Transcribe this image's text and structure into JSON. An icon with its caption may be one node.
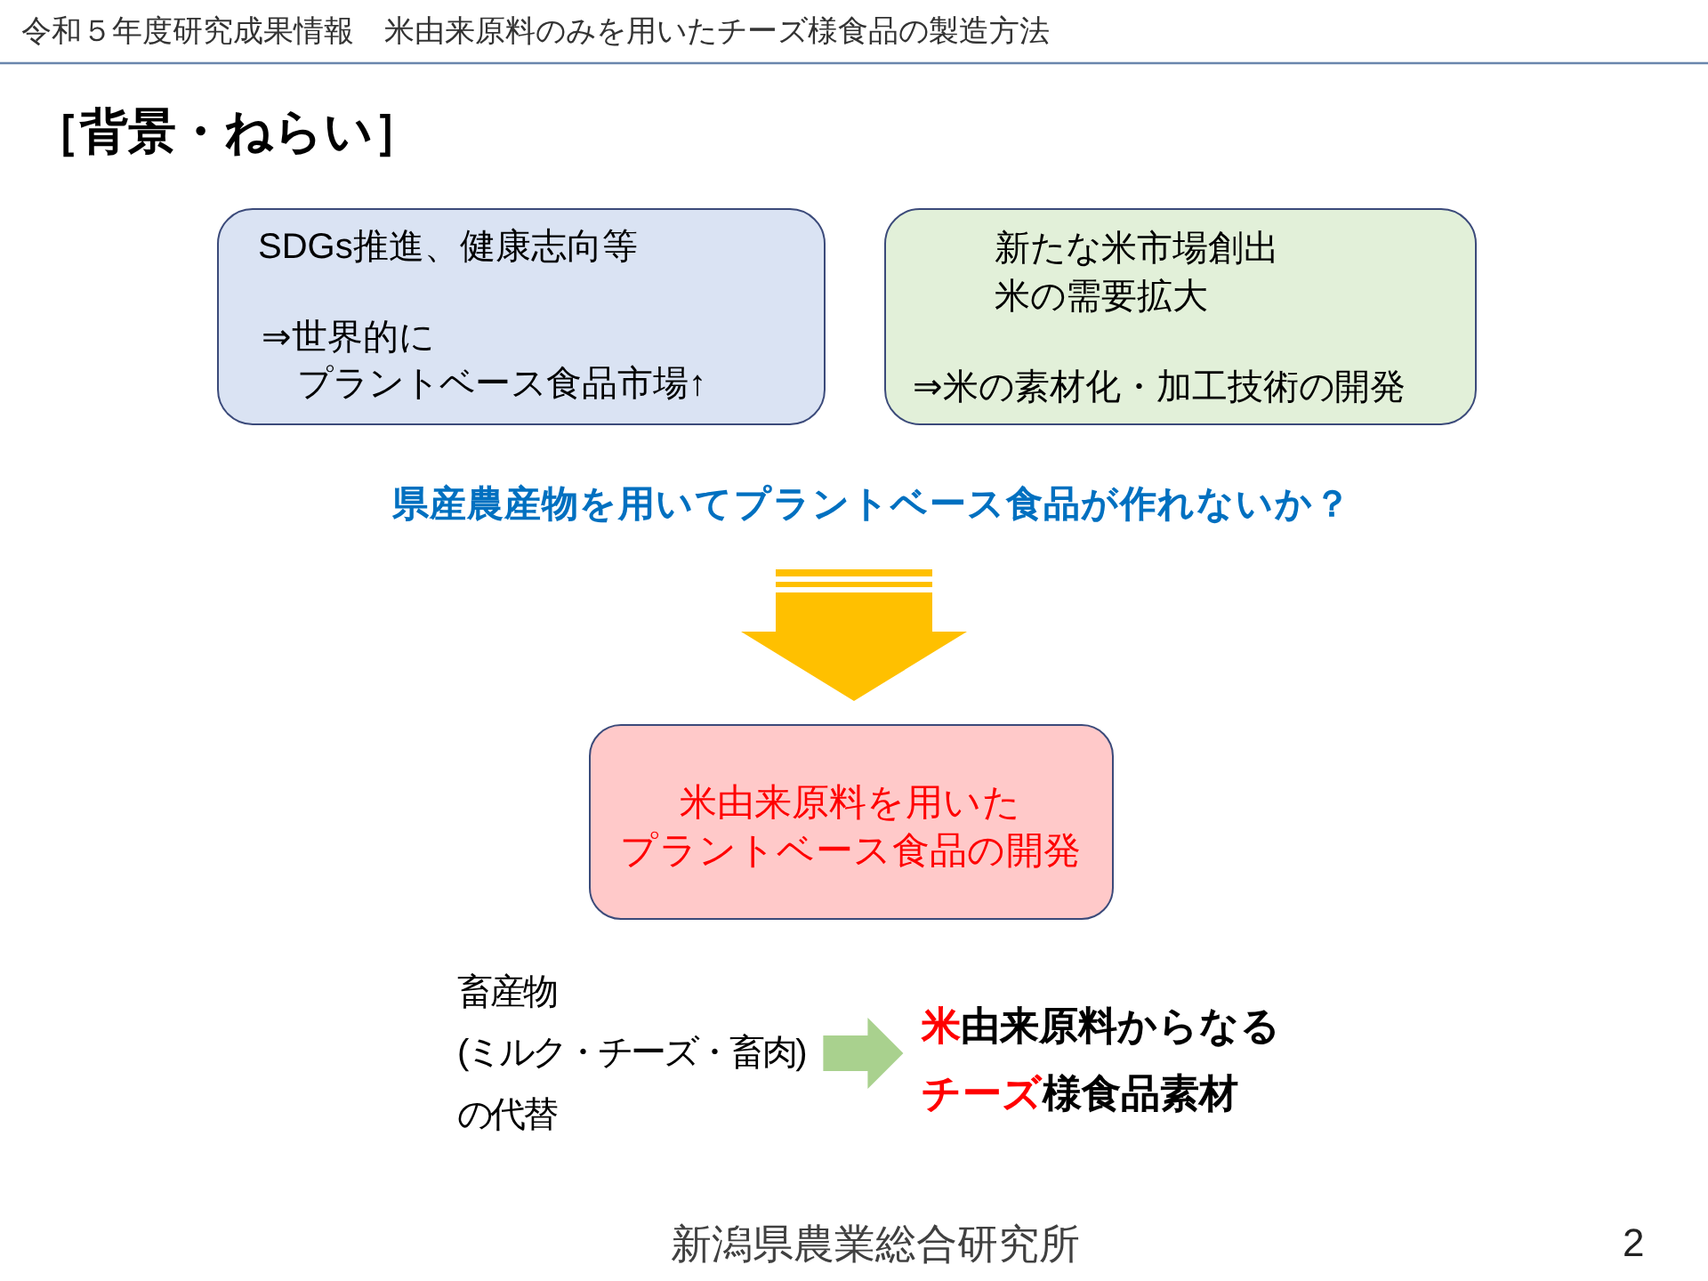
{
  "diagram": {
    "title": "［背景・ねらい］",
    "nodes": [
      {
        "text": [
          "SDGs推進、健康志向等",
          "⇒世界的にプラントベース食品市場↑"
        ]
      },
      {
        "text": [
          "新たな米市場創出",
          "米の需要拡大",
          "⇒米の素材化・加工技術の開発"
        ]
      },
      {
        "text": [
          "県産農産物を用いてプラントベース食品が作れないか？"
        ]
      },
      {
        "text": [
          "米由来原料を用いたプラントベース食品の開発"
        ]
      },
      {
        "text": [
          "畜産物(ミルク・チーズ・畜肉)の代替"
        ]
      },
      {
        "text": [
          "米由来原料からなるチーズ様食品素材"
        ]
      }
    ],
    "edges": [
      {
        "from": 2,
        "to": 3,
        "arrow": "to",
        "color": "#ffc000"
      },
      {
        "from": 4,
        "to": 5,
        "arrow": "to",
        "color": "#a9d18e"
      }
    ],
    "labels": [
      "令和５年度研究成果情報　米由来原料のみを用いたチーズ様食品の製造方法",
      "新潟県農業総合研究所",
      "2"
    ]
  }
}
